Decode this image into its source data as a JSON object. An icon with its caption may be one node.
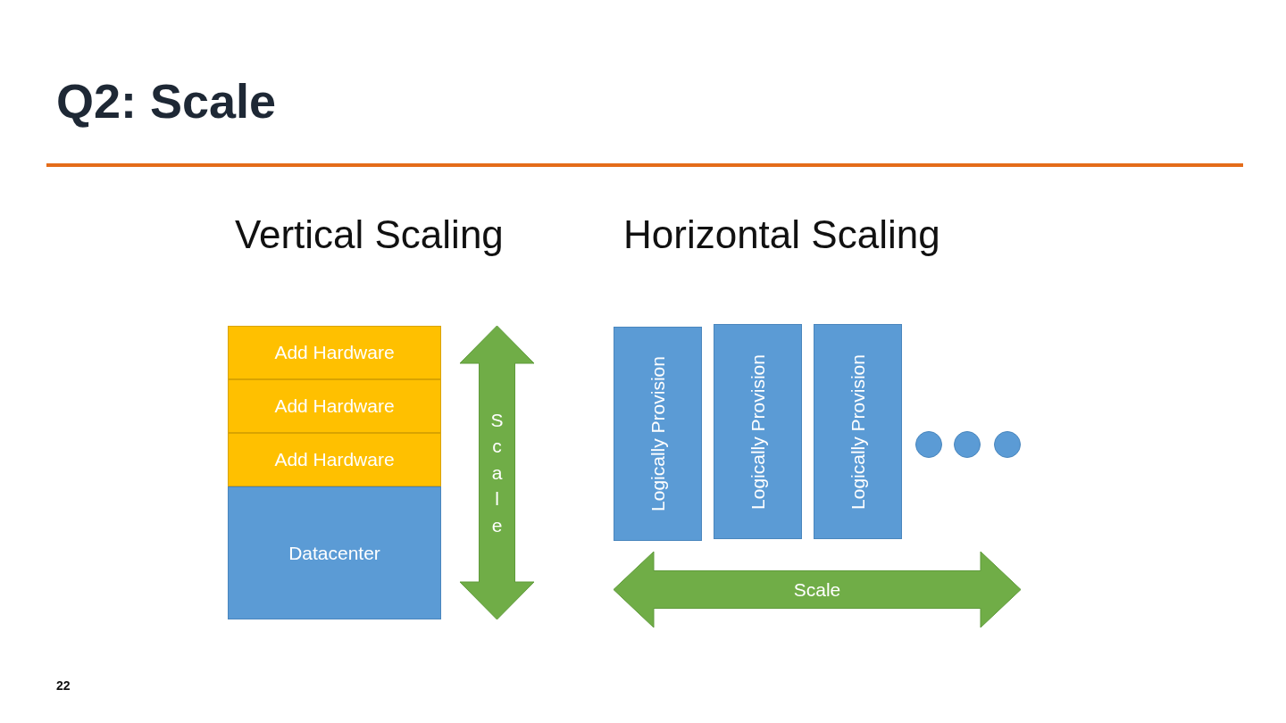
{
  "diagram": {
    "title": "Q2: Scale",
    "nodes": [
      {
        "text": [
          "Add Hardware"
        ]
      },
      {
        "text": [
          "Add Hardware"
        ]
      },
      {
        "text": [
          "Add Hardware"
        ]
      },
      {
        "text": [
          "Datacenter"
        ]
      },
      {
        "text": [
          "Scale"
        ]
      },
      {
        "text": [
          "Logically Provision"
        ]
      },
      {
        "text": [
          "Logically Provision"
        ]
      },
      {
        "text": [
          "Logically Provision"
        ]
      },
      {
        "text": [],
        "shape": "circle"
      },
      {
        "text": [],
        "shape": "circle"
      },
      {
        "text": [],
        "shape": "circle"
      },
      {
        "text": [
          "Scale"
        ]
      }
    ],
    "labels": [
      "Vertical Scaling",
      "Horizontal Scaling",
      "22"
    ]
  }
}
